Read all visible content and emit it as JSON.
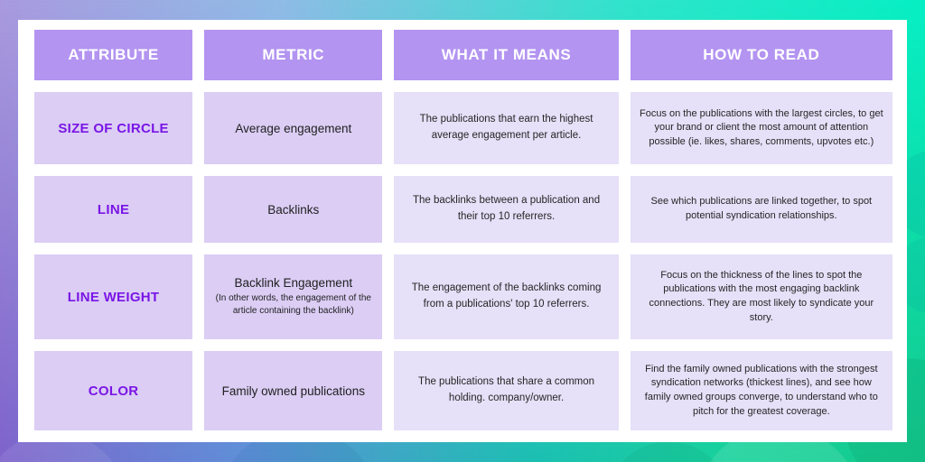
{
  "table": {
    "headers": [
      "ATTRIBUTE",
      "METRIC",
      "WHAT IT MEANS",
      "HOW TO READ"
    ],
    "rows": [
      {
        "attribute": "SIZE OF CIRCLE",
        "metric": "Average engagement",
        "what_it_means": "The publications that earn the highest average engagement per article.",
        "how_to_read": "Focus on the publications with the largest circles, to get your brand or client the most amount of attention possible (ie. likes, shares, comments, upvotes etc.)"
      },
      {
        "attribute": "LINE",
        "metric": "Backlinks",
        "what_it_means": "The backlinks between a publication and their top 10 referrers.",
        "how_to_read": "See which publications are linked together, to spot potential syndication relationships."
      },
      {
        "attribute": "LINE WEIGHT",
        "metric": "Backlink Engagement",
        "metric_note": "(In other words, the engagement of the article containing the backlink)",
        "what_it_means": "The engagement of the backlinks coming from a publications' top 10 referrers.",
        "how_to_read": "Focus on the thickness of the lines to spot the publications with the most engaging backlink connections. They are most likely to syndicate your story."
      },
      {
        "attribute": "COLOR",
        "metric": "Family owned publications",
        "what_it_means": "The publications that share a common holding. company/owner.",
        "how_to_read": "Find the family owned publications with the strongest syndication networks (thickest lines), and see how family owned groups converge, to understand who to pitch for the greatest coverage."
      }
    ]
  },
  "colors": {
    "header_cell_bg": "#b394f1",
    "attribute_metric_cell_bg": "#dbcdf4",
    "description_cell_bg": "#e6e0f8",
    "attribute_text": "#7a15e6",
    "header_text": "#ffffff",
    "body_text": "#262626",
    "card_bg": "#ffffff",
    "gradient_top_left": "#a99ade",
    "gradient_top_right": "#06efc4",
    "gradient_bottom_left": "#7e63cb",
    "gradient_bottom_right": "#14c98b"
  }
}
